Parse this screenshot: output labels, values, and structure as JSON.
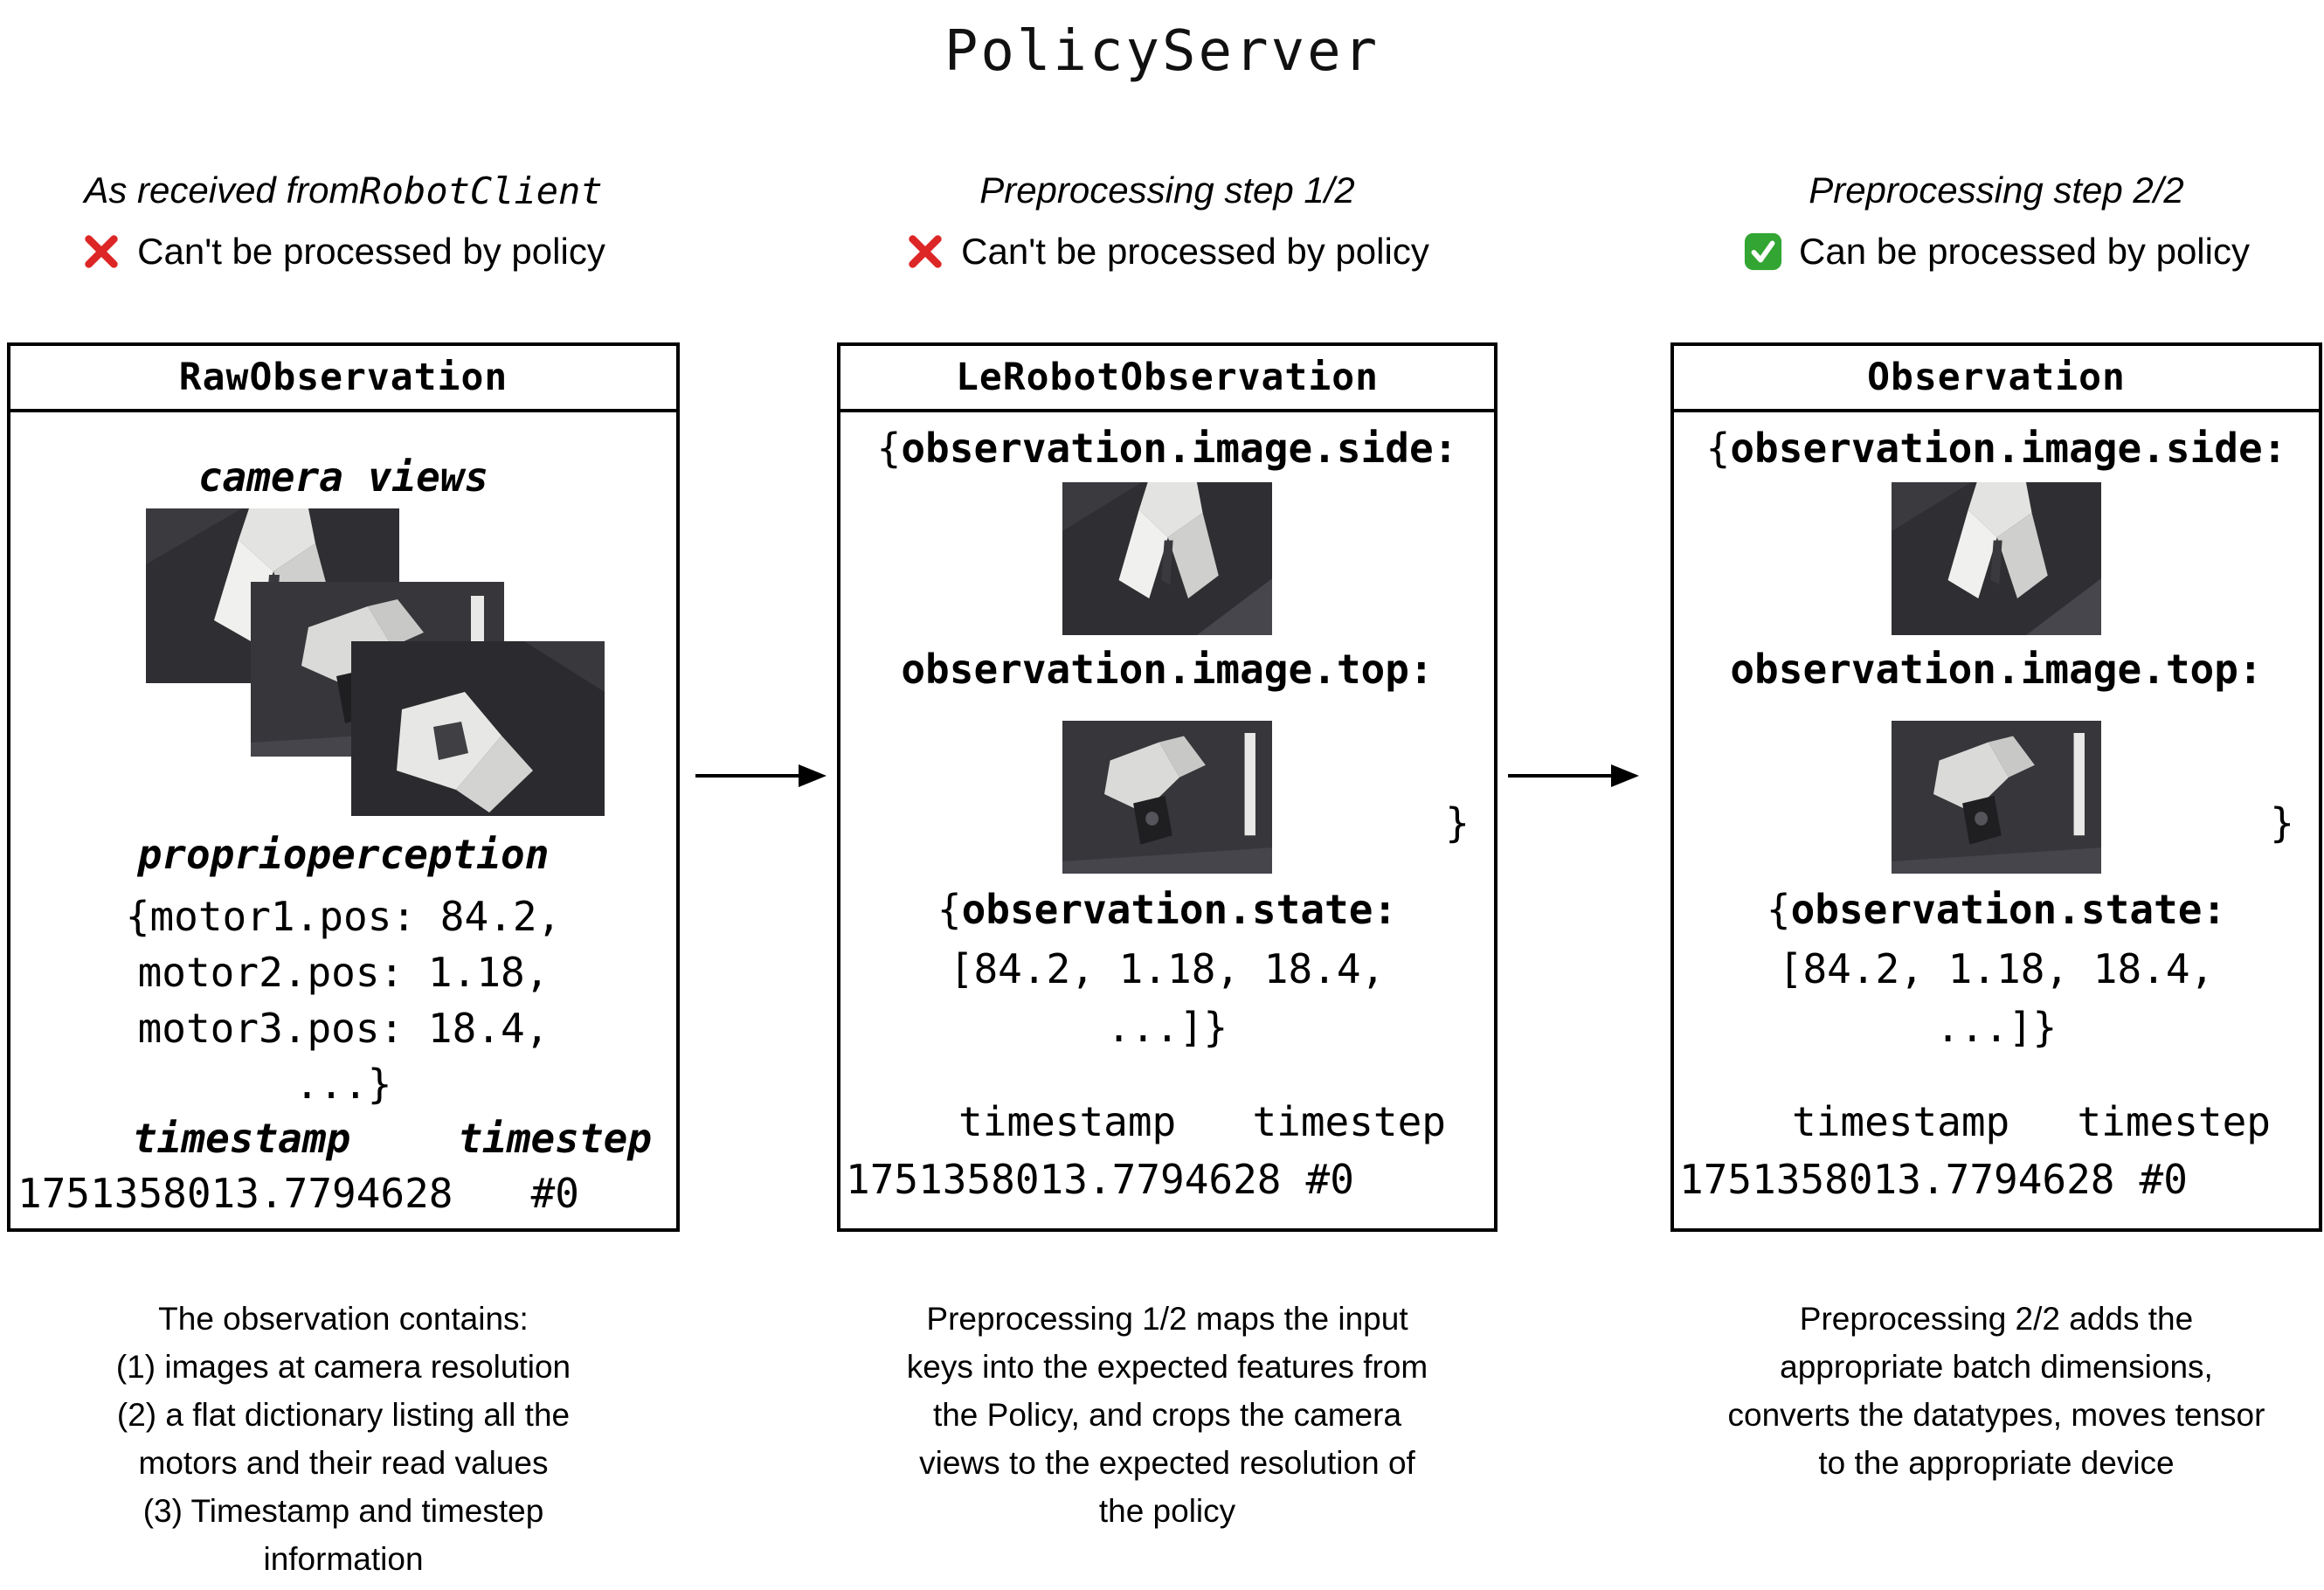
{
  "title": "PolicyServer",
  "colors": {
    "cross_red": "#dd2626",
    "check_green": "#33a532",
    "box_border": "#000000"
  },
  "col1": {
    "header_prefix": "As received from ",
    "header_code": "RobotClient",
    "status_icon": "cross-icon",
    "status": "Can't be processed by policy",
    "box_title": "RawObservation",
    "camera_label": "camera views",
    "proprio_label": "proprioperception",
    "motors": [
      "{motor1.pos: 84.2,",
      "motor2.pos: 1.18,",
      "motor3.pos: 18.4,",
      "...}"
    ],
    "timestamp_label": "timestamp",
    "timestep_label": "timestep",
    "timestamp_value": "1751358013.7794628",
    "timestep_value": "#0",
    "caption": "The observation contains:\n(1) images at camera resolution\n(2) a flat dictionary listing all the\nmotors and their read values\n(3) Timestamp and timestep\ninformation"
  },
  "col2": {
    "header": "Preprocessing step 1/2",
    "status_icon": "cross-icon",
    "status": "Can't be processed by policy",
    "box_title": "LeRobotObservation",
    "brace_open": "{",
    "key_image_side": "observation.image.side:",
    "key_image_top": "observation.image.top:",
    "brace_close": "}",
    "key_state": "observation.state:",
    "state_values": "[84.2, 1.18, 18.4,",
    "state_end": "...]}",
    "timestamp_label": "timestamp",
    "timestep_label": "timestep",
    "timestamp_value": "1751358013.7794628",
    "timestep_value": "#0",
    "caption": "Preprocessing 1/2 maps the input\nkeys into the expected features from\nthe Policy, and crops the camera\nviews to the expected resolution of\nthe policy"
  },
  "col3": {
    "header": "Preprocessing step 2/2",
    "status_icon": "check-icon",
    "status": "Can be processed by policy",
    "box_title": "Observation",
    "brace_open": "{",
    "key_image_side": "observation.image.side:",
    "key_image_top": "observation.image.top:",
    "brace_close": "}",
    "key_state": "observation.state:",
    "state_values": "[84.2, 1.18, 18.4,",
    "state_end": "...]}",
    "timestamp_label": "timestamp",
    "timestep_label": "timestep",
    "timestamp_value": "1751358013.7794628",
    "timestep_value": "#0",
    "caption": "Preprocessing 2/2 adds the\nappropriate batch dimensions,\nconverts the datatypes, moves tensor\nto the appropriate device"
  }
}
